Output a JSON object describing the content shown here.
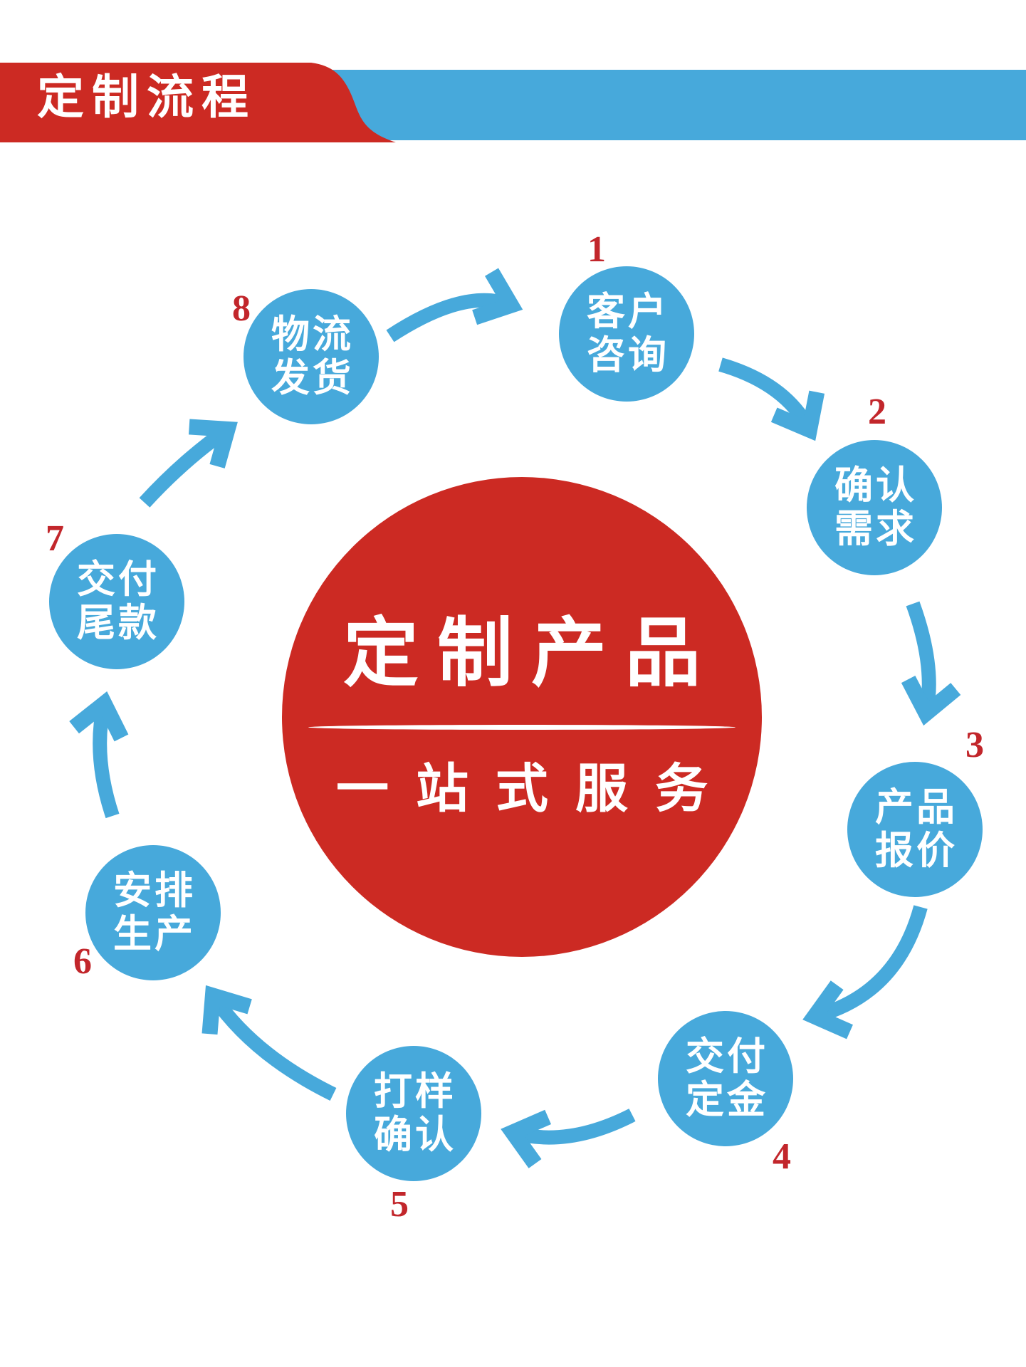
{
  "header": {
    "title": "定制流程"
  },
  "center": {
    "title": "定制产品",
    "subtitle": "一站式服务"
  },
  "steps": [
    {
      "number": "1",
      "lines": [
        "客户",
        "咨询"
      ]
    },
    {
      "number": "2",
      "lines": [
        "确认",
        "需求"
      ]
    },
    {
      "number": "3",
      "lines": [
        "产品",
        "报价"
      ]
    },
    {
      "number": "4",
      "lines": [
        "交付",
        "定金"
      ]
    },
    {
      "number": "5",
      "lines": [
        "打样",
        "确认"
      ]
    },
    {
      "number": "6",
      "lines": [
        "安排",
        "生产"
      ]
    },
    {
      "number": "7",
      "lines": [
        "交付",
        "尾款"
      ]
    },
    {
      "number": "8",
      "lines": [
        "物流",
        "发货"
      ]
    }
  ],
  "colors": {
    "blue": "#47a9db",
    "red": "#cc2a23",
    "number_red": "#c2262b"
  }
}
